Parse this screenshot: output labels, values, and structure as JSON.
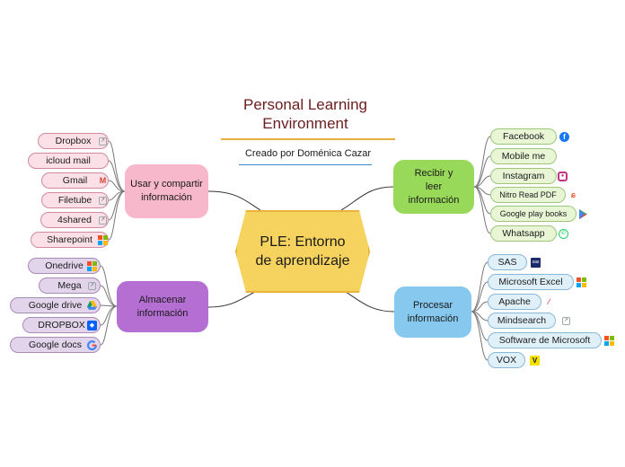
{
  "header": {
    "title_line1": "Personal Learning",
    "title_line2": "Environment",
    "subtitle": "Creado por Doménica Cazar"
  },
  "central": {
    "line1": "PLE: Entorno",
    "line2": "de aprendizaje"
  },
  "branches": {
    "share": {
      "line1": "Usar y compartir",
      "line2": "información",
      "items": [
        "Dropbox",
        "icloud mail",
        "Gmail",
        "Filetube",
        "4shared",
        "Sharepoint"
      ]
    },
    "store": {
      "line1": "Almacenar",
      "line2": "información",
      "items": [
        "Onedrive",
        "Mega",
        "Google drive",
        "DROPBOX",
        "Google docs"
      ]
    },
    "receive": {
      "line1": "Recibir y",
      "line2": "leer",
      "line3": "información",
      "items": [
        "Facebook",
        "Mobile me",
        "Instagram",
        "Nitro Read PDF",
        "Google play books",
        "Whatsapp"
      ]
    },
    "process": {
      "line1": "Procesar",
      "line2": "información",
      "items": [
        "SAS",
        "Microsoft Excel",
        "Apache",
        "Mindsearch",
        "Software de Microsoft",
        "VOX"
      ]
    }
  },
  "colors": {
    "title": "#6b1d1d",
    "central": "#f6d35f",
    "share": "#f7b8cc",
    "store": "#b56fd3",
    "receive": "#98d95a",
    "process": "#86c8ee",
    "connector": "#333333"
  },
  "icons": {
    "share": [
      "external-link-icon",
      "apple-icon",
      "gmail-icon",
      "external-link-icon",
      "external-link-icon",
      "microsoft-icon"
    ],
    "store": [
      "microsoft-icon",
      "external-link-icon",
      "google-drive-icon",
      "dropbox-icon",
      "google-icon"
    ],
    "receive": [
      "facebook-icon",
      "apple-icon",
      "instagram-icon",
      "pdf-icon",
      "google-play-icon",
      "whatsapp-icon"
    ],
    "process": [
      "sas-icon",
      "microsoft-icon",
      "apache-feather-icon",
      "external-link-icon",
      "microsoft-icon",
      "vox-icon"
    ]
  }
}
